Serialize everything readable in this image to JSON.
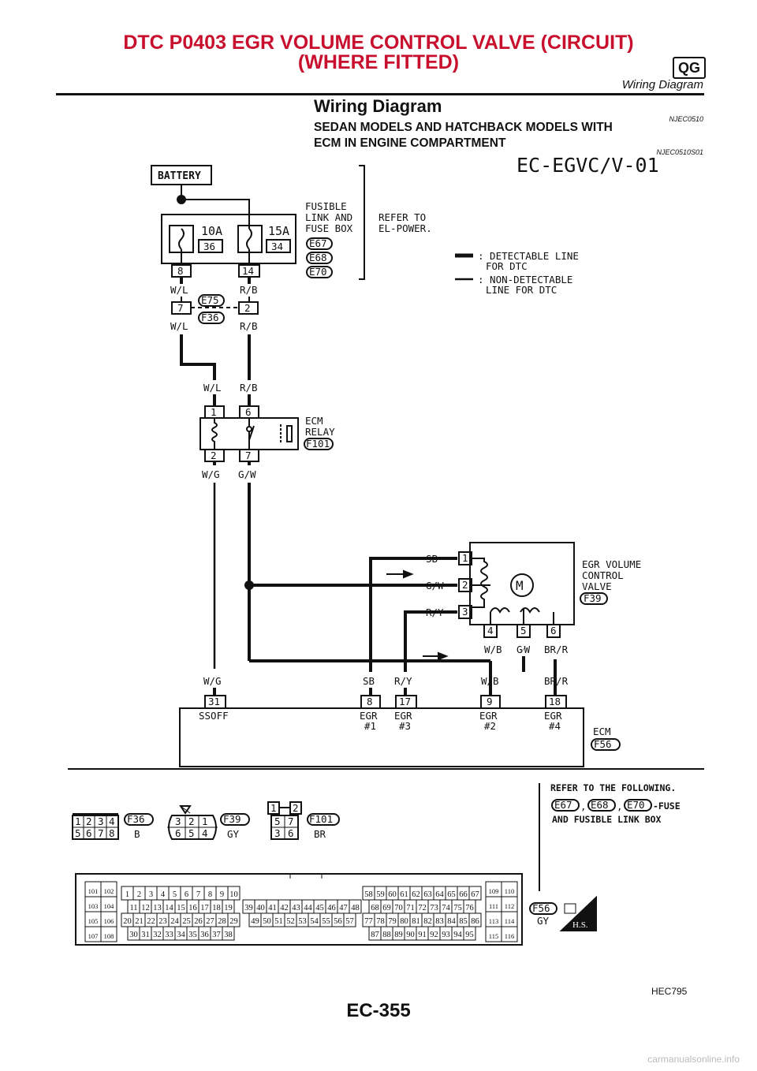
{
  "header": {
    "title_line1": "DTC P0403 EGR VOLUME CONTROL VALVE (CIRCUIT)",
    "title_line2": "(WHERE FITTED)",
    "engine_badge": "QG",
    "subheading": "Wiring Diagram"
  },
  "section": {
    "title": "Wiring Diagram",
    "code": "NJEC0510",
    "subtitle_line1": "SEDAN MODELS AND HATCHBACK MODELS WITH",
    "subtitle_line2": "ECM IN ENGINE COMPARTMENT",
    "subcode": "NJEC0510S01"
  },
  "diagram": {
    "id": "EC-EGVC/V-01",
    "battery": "BATTERY",
    "fuse_box_line1": "FUSIBLE",
    "fuse_box_line2": "LINK AND",
    "fuse_box_line3": "FUSE BOX",
    "fuse_connectors": [
      "E67",
      "E68",
      "E70"
    ],
    "refer_line1": "REFER TO",
    "refer_line2": "EL-POWER.",
    "fuse1_amp": "10A",
    "fuse1_no": "36",
    "fuse2_amp": "15A",
    "fuse2_no": "34",
    "term_8": "8",
    "term_14": "14",
    "legend_detect_line1": ": DETECTABLE LINE",
    "legend_detect_line2": "FOR DTC",
    "legend_nondetect_line1": ": NON-DETECTABLE",
    "legend_nondetect_line2": "LINE FOR DTC",
    "wire_wl": "W/L",
    "wire_rb": "R/B",
    "wire_wg": "W/G",
    "wire_gw": "G/W",
    "wire_sb": "SB",
    "wire_ry": "R/Y",
    "wire_wb": "W/B",
    "wire_gw2": "G⁄W",
    "wire_brr": "BR/R",
    "joint_top": "E75",
    "joint_bottom": "F36",
    "joint_pin1": "7",
    "joint_pin2": "2",
    "relay_line1": "ECM",
    "relay_line2": "RELAY",
    "relay_conn": "F101",
    "relay_pins": [
      "1",
      "6",
      "2",
      "7"
    ],
    "valve_line1": "EGR VOLUME",
    "valve_line2": "CONTROL",
    "valve_line3": "VALVE",
    "valve_conn": "F39",
    "valve_pins": [
      "1",
      "2",
      "3",
      "4",
      "5",
      "6"
    ],
    "motor": "M",
    "ecm_pins": [
      "31",
      "8",
      "17",
      "9",
      "18"
    ],
    "ecm_labels": [
      "SSOFF",
      "EGR",
      "#1",
      "EGR",
      "#3",
      "EGR",
      "#2",
      "EGR",
      "#4"
    ],
    "ecm": "ECM",
    "ecm_conn": "F56"
  },
  "connectors": {
    "f36_rows": [
      [
        "1",
        "2",
        "3",
        "4"
      ],
      [
        "5",
        "6",
        "7",
        "8"
      ]
    ],
    "f36": "F36",
    "f36_color": "B",
    "f39_rows": [
      [
        "3",
        "2",
        "1"
      ],
      [
        "6",
        "5",
        "4"
      ]
    ],
    "f39": "F39",
    "f39_color": "GY",
    "f101_rows": [
      [
        "1",
        "2"
      ],
      [
        "5",
        "7"
      ],
      [
        "3",
        "6"
      ]
    ],
    "f101": "F101",
    "f101_color": "BR",
    "refer_line1": "REFER TO THE FOLLOWING.",
    "refer_conns": [
      "E67",
      "E68",
      "E70"
    ],
    "refer_line2": "-FUSE",
    "refer_line3": "AND FUSIBLE LINK BOX",
    "f56": "F56",
    "f56_color": "GY",
    "hs": "H.S.",
    "ecm_blocks": {
      "left_pairs": [
        [
          "101",
          "102"
        ],
        [
          "103",
          "104"
        ],
        [
          "105",
          "106"
        ],
        [
          "107",
          "108"
        ]
      ],
      "row1": [
        "1",
        "2",
        "3",
        "4",
        "5",
        "6",
        "7",
        "8",
        "9",
        "10"
      ],
      "row2": [
        "11",
        "12",
        "13",
        "14",
        "15",
        "16",
        "17",
        "18",
        "19"
      ],
      "row3": [
        "20",
        "21",
        "22",
        "23",
        "24",
        "25",
        "26",
        "27",
        "28",
        "29"
      ],
      "row4": [
        "30",
        "31",
        "32",
        "33",
        "34",
        "35",
        "36",
        "37",
        "38"
      ],
      "mid1": [
        "39",
        "40",
        "41",
        "42",
        "43",
        "44",
        "45",
        "46",
        "47",
        "48"
      ],
      "mid2": [
        "49",
        "50",
        "51",
        "52",
        "53",
        "54",
        "55",
        "56",
        "57"
      ],
      "r1": [
        "58",
        "59",
        "60",
        "61",
        "62",
        "63",
        "64",
        "65",
        "66",
        "67"
      ],
      "r2": [
        "68",
        "69",
        "70",
        "71",
        "72",
        "73",
        "74",
        "75",
        "76"
      ],
      "r3": [
        "77",
        "78",
        "79",
        "80",
        "81",
        "82",
        "83",
        "84",
        "85",
        "86"
      ],
      "r4": [
        "87",
        "88",
        "89",
        "90",
        "91",
        "92",
        "93",
        "94",
        "95"
      ],
      "right_pairs": [
        [
          "109",
          "110"
        ],
        [
          "111",
          "112"
        ],
        [
          "113",
          "114"
        ],
        [
          "115",
          "116"
        ]
      ]
    }
  },
  "footer": {
    "figure_id": "HEC795",
    "page": "EC-355",
    "watermark": "carmanualsonline.info"
  }
}
